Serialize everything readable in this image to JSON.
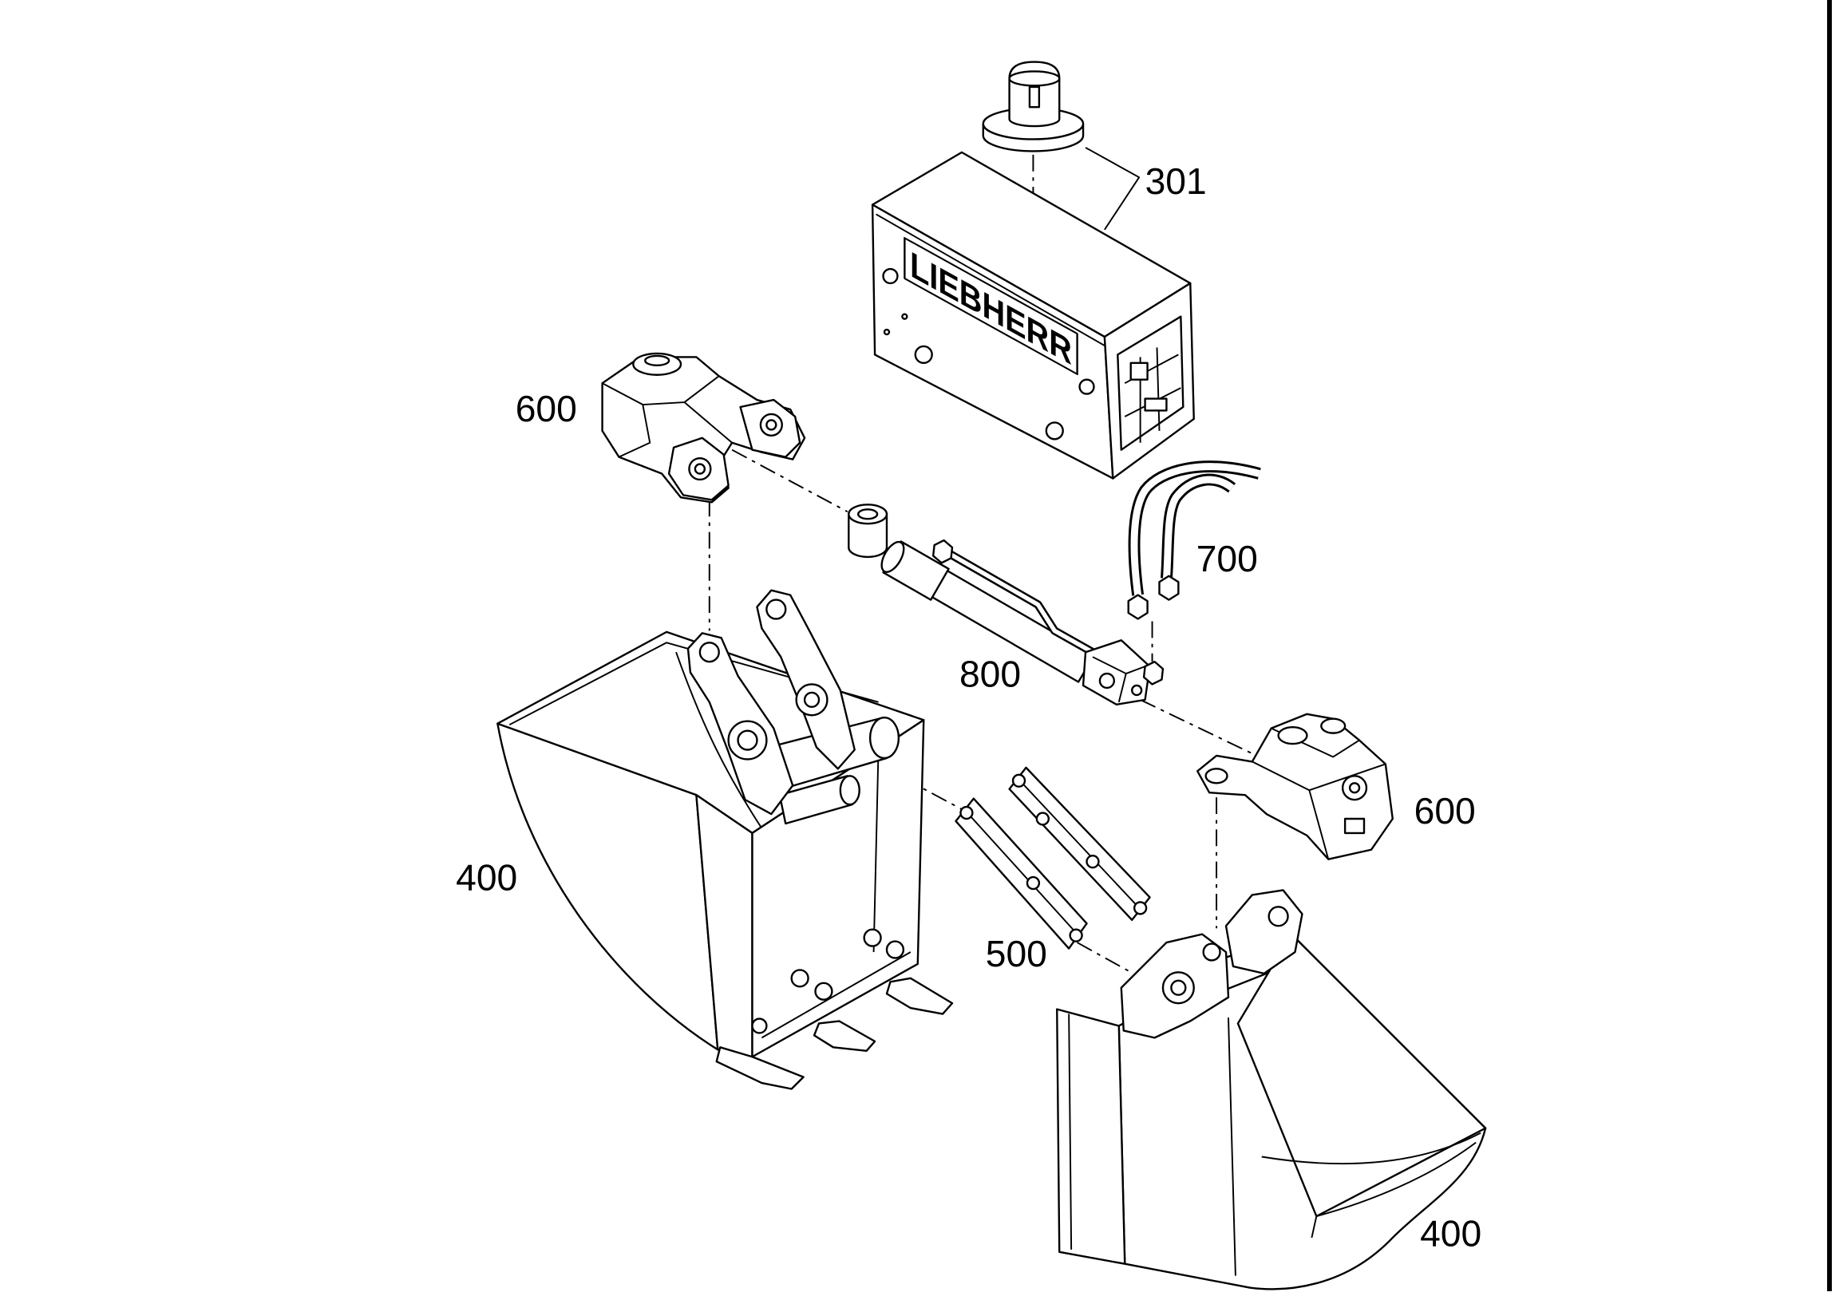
{
  "callouts": [
    "301",
    "600",
    "700",
    "800",
    "600",
    "400",
    "500",
    "400"
  ],
  "logo_text": "LIEBHERR",
  "colors": {
    "ink": "#000000",
    "paper": "#ffffff"
  }
}
